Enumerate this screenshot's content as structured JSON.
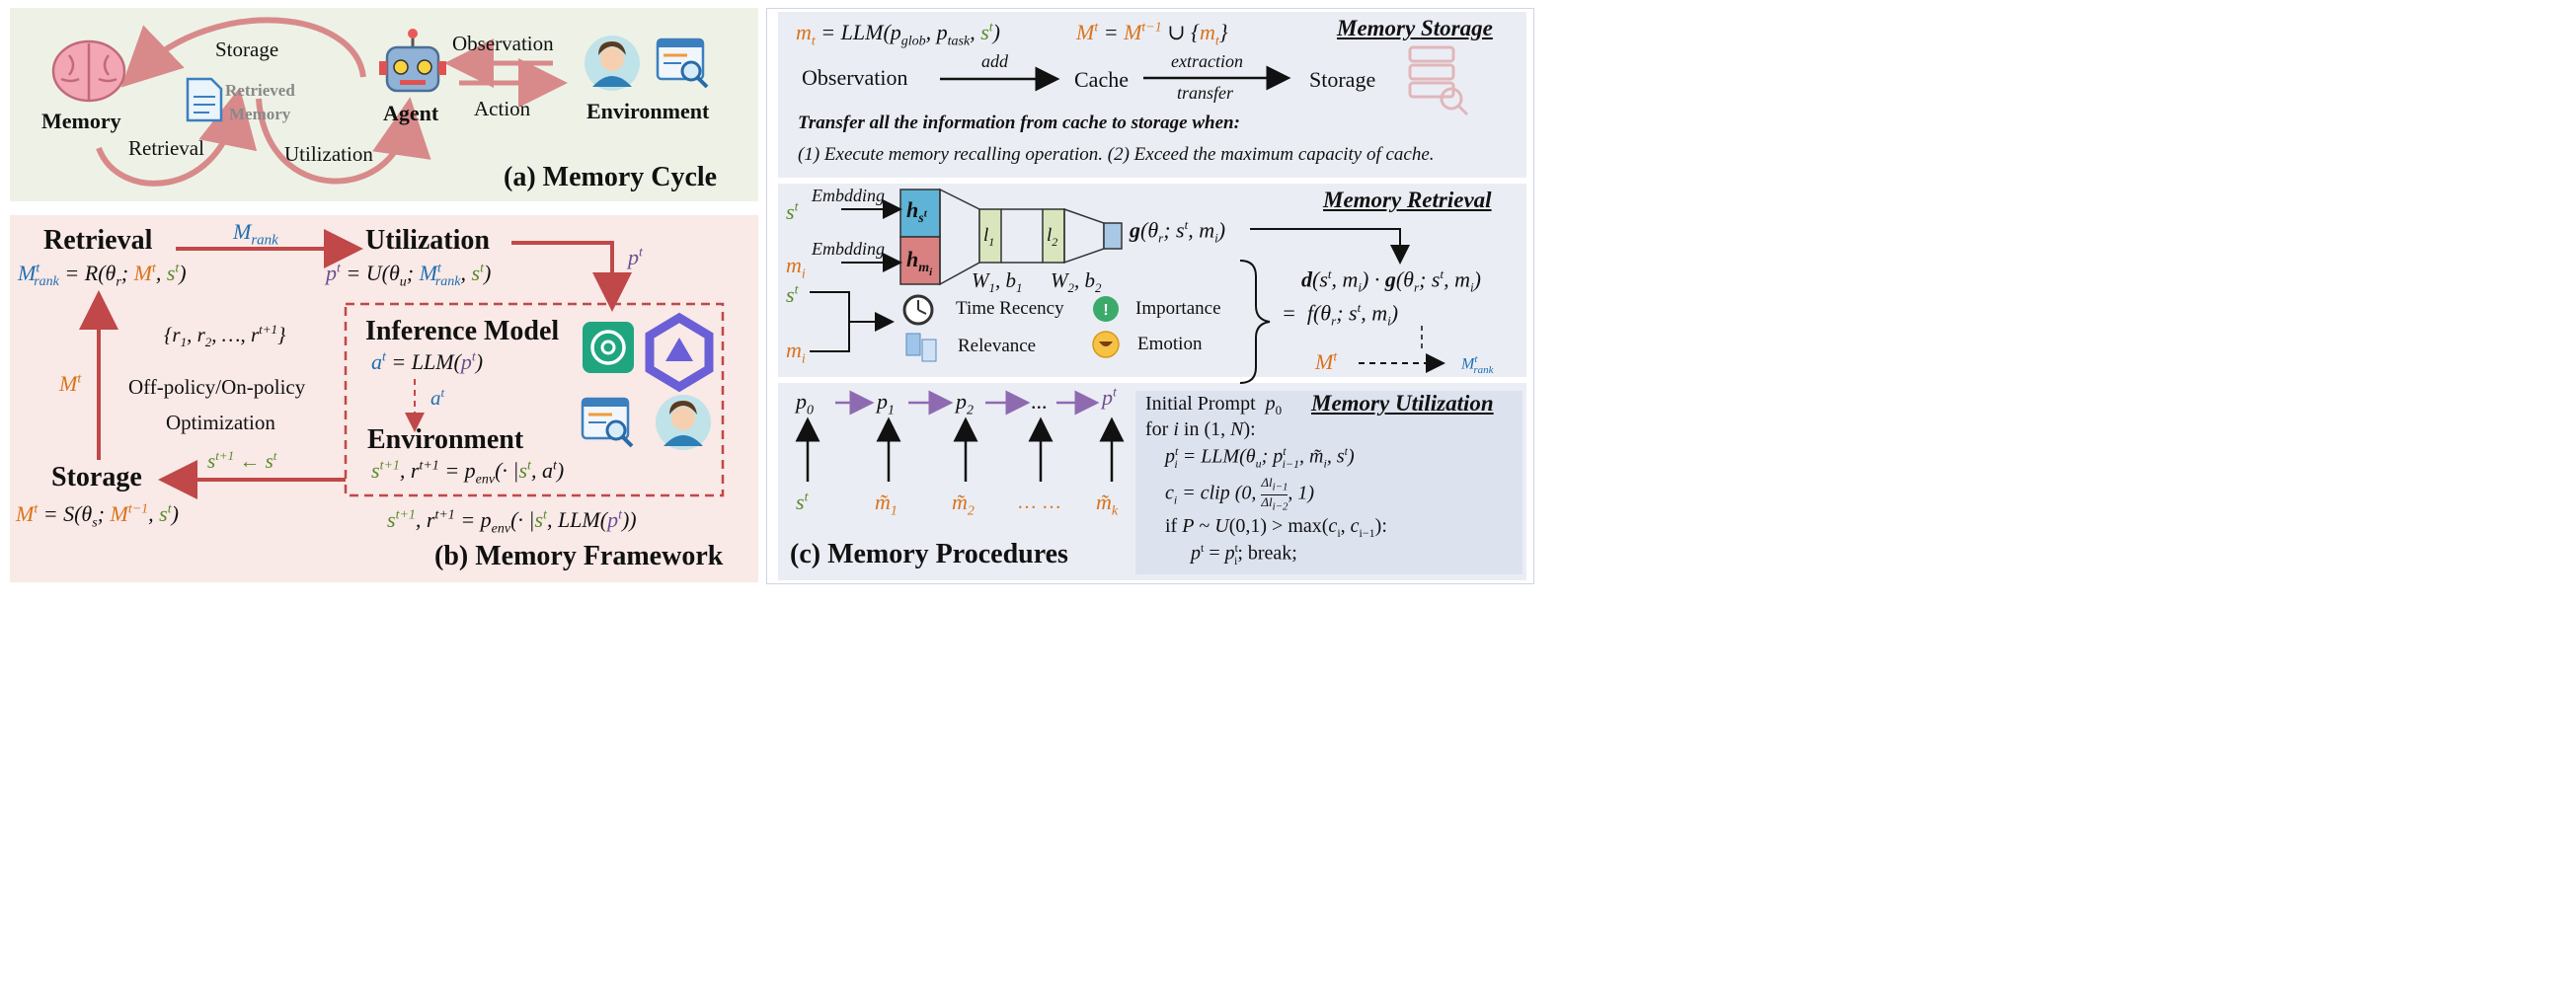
{
  "panel_a": {
    "title": "(a) Memory Cycle",
    "memory": "Memory",
    "storage": "Storage",
    "retrieved_memory_1": "Retrieved",
    "retrieved_memory_2": "Memory",
    "agent": "Agent",
    "observation": "Observation",
    "action": "Action",
    "environment": "Environment",
    "retrieval": "Retrieval",
    "utilization": "Utilization"
  },
  "panel_b": {
    "title": "(b) Memory Framework",
    "retrieval": "Retrieval",
    "m_rank": "M",
    "m_rank_sub": "rank",
    "utilization": "Utilization",
    "retrieval_eq": "M",
    "utilization_eq": "p",
    "p_t": "p",
    "set_r": "{r1, r2, …, r t+1}",
    "m_t": "M",
    "off_policy": "Off-policy/On-policy",
    "optimization": "Optimization",
    "inference_model": "Inference Model",
    "a_eq": "a",
    "a_t": "a",
    "environment": "Environment",
    "env_eq": "s",
    "storage": "Storage",
    "s_update": "s",
    "storage_eq": "M",
    "bottom_eq": "s"
  },
  "panel_c_storage": {
    "title": "Memory Storage",
    "m_eq": "m",
    "M_eq": "M",
    "observation": "Observation",
    "add": "add",
    "cache": "Cache",
    "extraction": "extraction",
    "transfer": "transfer",
    "storage": "Storage",
    "transfer_all": "Transfer all the information from cache to storage when",
    "conditions": "(1) Execute memory recalling operation. (2) Exceed the maximum capacity of cache."
  },
  "panel_c_retrieval": {
    "title": "Memory Retrieval",
    "embedding_1": "Embdding",
    "embedding_2": "Embdding",
    "s_t": "s",
    "m_i": "m",
    "w1b1": "W",
    "w2b2": "W",
    "g_fn": "g",
    "time_recency": "Time Recency",
    "importance": "Importance",
    "relevance": "Relevance",
    "emotion": "Emotion",
    "d_eq": "d",
    "f_eq": "f",
    "M_t": "M",
    "M_rank": "M"
  },
  "panel_c_utilization": {
    "title": "Memory Utilization",
    "initial_prompt": "Initial Prompt",
    "for_loop": "for",
    "break": "break;",
    "ellipsis_top": "...",
    "ellipsis_bottom": "… …"
  },
  "panel_c_title": "(c) Memory Procedures",
  "colors": {
    "panel_a_bg": "#eef2e6",
    "panel_b_bg": "#f9e9e7",
    "panel_c_bg": "#ebedf5",
    "arrow_red": "#c04848",
    "arrow_pink": "#d88a8a",
    "arrow_purple": "#8e6bb0",
    "box_blue": "#5fb3d6",
    "box_red": "#d98080",
    "box_green": "#d9e6bd"
  }
}
